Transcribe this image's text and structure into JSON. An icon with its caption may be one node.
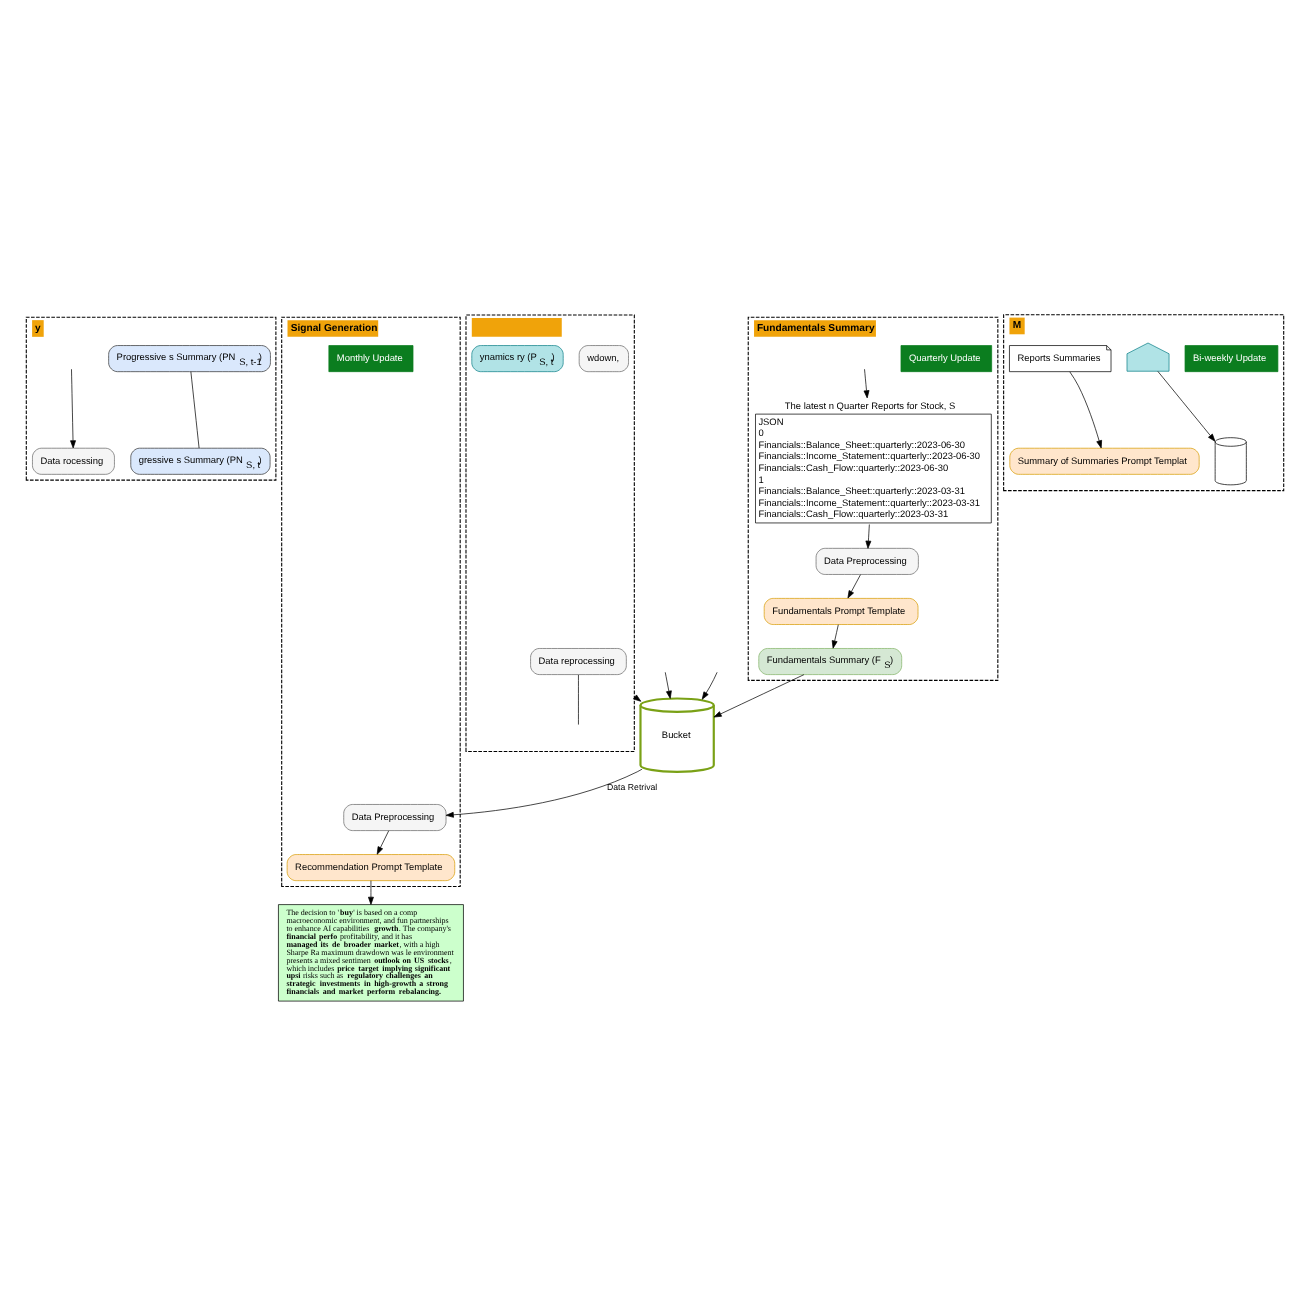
{
  "diagram": {
    "nodes": [
      {
        "text": [
          "y"
        ]
      },
      {
        "text": [
          "Data rocessing"
        ],
        "in": 0
      },
      {
        "text": [
          "Progressive s Summary (PN$_{S, t-1}$)"
        ],
        "in": 0
      },
      {
        "text": [
          "gressive s Summary (PN$_{S, t}$)"
        ],
        "in": 0
      },
      {
        "text": [
          "Fundamentals Summary"
        ]
      },
      {
        "text": [
          "Quarterly Update"
        ],
        "in": 4
      },
      {
        "text": [
          "The latest n Quarter Reports for Stock, S",
          "JSON",
          "0",
          "Financials::Balance_Sheet::quarterly::2023-06-30",
          "Financials::Income_Statement::quarterly::2023-06-30",
          "Financials::Cash_Flow::quarterly::2023-06-30",
          "1",
          "Financials::Balance_Sheet::quarterly::2023-03-31",
          "Financials::Income_Statement::quarterly::2023-03-31",
          "Financials::Cash_Flow::quarterly::2023-03-31"
        ],
        "in": 4
      },
      {
        "text": [
          "Data Preprocessing"
        ],
        "in": 4
      },
      {
        "text": [
          "Fundamentals Prompt Template"
        ],
        "in": 4
      },
      {
        "text": [
          "Fundamentals Summary (F$_{S}$)"
        ],
        "in": 4
      },
      {
        "text": [
          "M"
        ]
      },
      {
        "text": [
          "Bi-weekly Update"
        ],
        "in": 10
      },
      {
        "text": [],
        "shape": "picture",
        "in": 10
      },
      {
        "text": [],
        "shape": "cylinder",
        "in": 10
      },
      {
        "text": [
          "Reports Summaries"
        ],
        "in": 10
      },
      {
        "text": [
          "Summary of Summaries Prompt Templat"
        ],
        "in": 10
      },
      {
        "text": [],
        "shape": "box"
      },
      {
        "text": [
          "Data reprocessing"
        ],
        "in": 16
      },
      {
        "text": [
          "wdown,"
        ],
        "in": 16
      },
      {
        "text": [
          "ynamics ry (P$_{S, t}$)"
        ],
        "in": 16
      },
      {
        "text": [
          "Bucket"
        ]
      },
      {
        "text": [
          "Signal Generation"
        ]
      },
      {
        "text": [
          "Monthly Update"
        ],
        "in": 21
      },
      {
        "text": [
          "Recommendation Prompt Template"
        ],
        "in": 21
      },
      {
        "text": [
          "Data Preprocessing"
        ],
        "in": 21
      },
      {
        "text": [
          "The decision to '**buy**' is based on a comp macroeconomic environment, and fun partnerships to enhance AI capabilities **growth**. The company's **financial perfo** profitability, and it has **managed its de** **broader market**, with a high Sharpe Ra maximum drawdown was le environment presents a mixed sentimen **outlook on US stocks**, which includes **price target implying significant upsi** risks such as **regulatory challenges an** **strategic investments in high-growth a** **strong financials and market perform** **rebalancing.**"
        ]
      }
    ],
    "edges": [
      {
        "from": null,
        "to": 1,
        "arrow": "to"
      },
      {
        "from": 2,
        "to": 3,
        "arrow": "none"
      },
      {
        "from": null,
        "to": 6,
        "arrow": "to"
      },
      {
        "from": 6,
        "to": 7,
        "arrow": "to"
      },
      {
        "from": 7,
        "to": 8,
        "arrow": "to"
      },
      {
        "from": 8,
        "to": 9,
        "arrow": "to"
      },
      {
        "from": 12,
        "to": 13,
        "arrow": "to"
      },
      {
        "from": 14,
        "to": 15,
        "arrow": "to"
      },
      {
        "from": null,
        "to": 20,
        "arrow": "to"
      },
      {
        "from": 9,
        "to": 20,
        "arrow": "to"
      },
      {
        "from": null,
        "to": 20,
        "arrow": "to"
      },
      {
        "from": 17,
        "to": null,
        "arrow": "none"
      },
      {
        "from": 16,
        "to": 20,
        "arrow": "to"
      },
      {
        "from": 20,
        "to": 24,
        "arrow": "to",
        "label": "Data Retrival"
      },
      {
        "from": 24,
        "to": 23,
        "arrow": "to"
      },
      {
        "from": 23,
        "to": 25,
        "arrow": "to"
      }
    ]
  }
}
